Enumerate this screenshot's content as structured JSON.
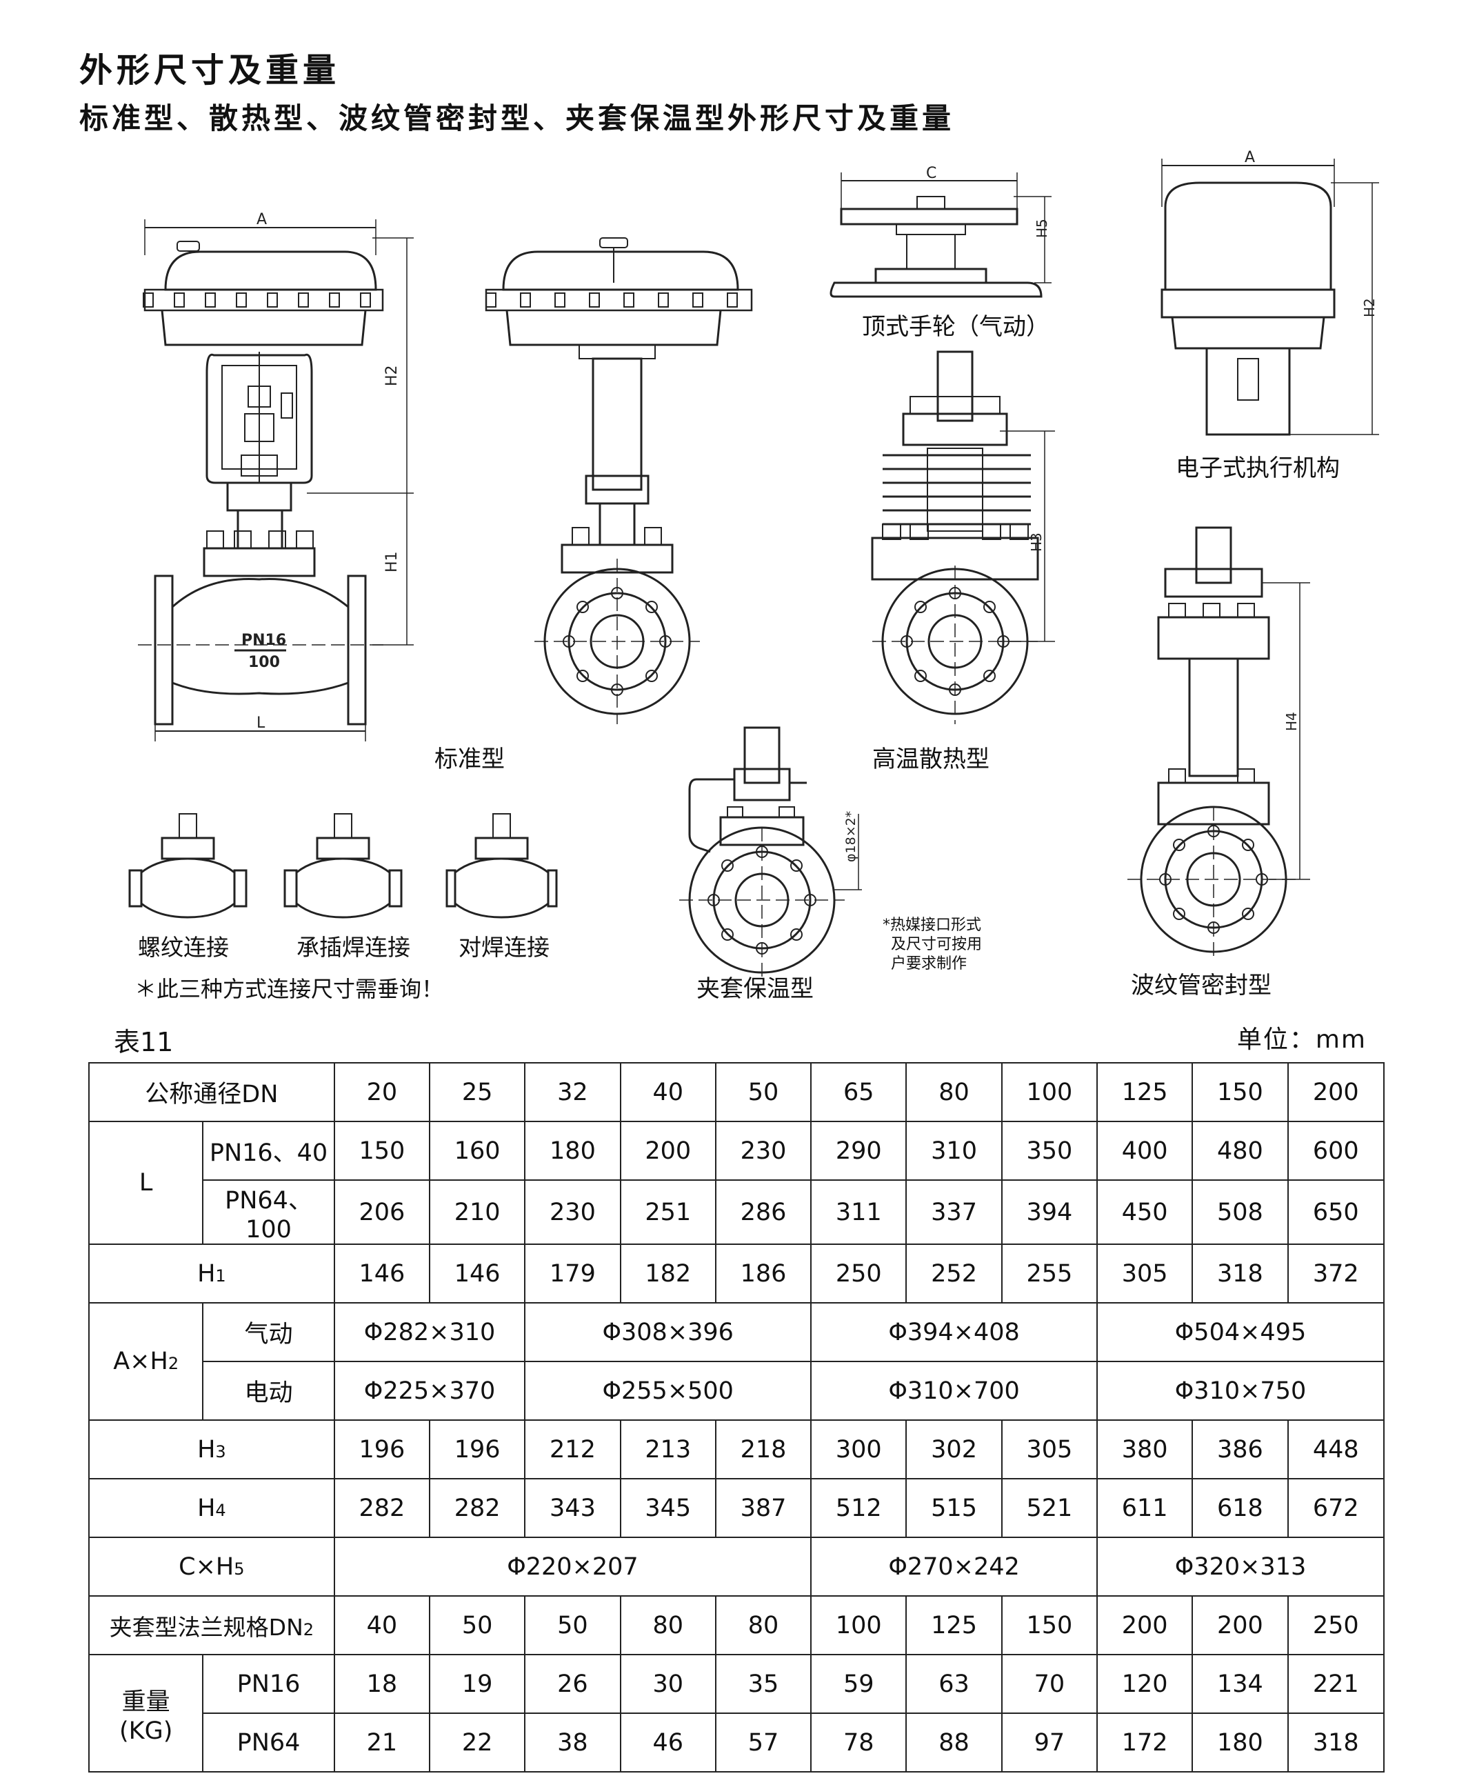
{
  "header": {
    "title": "外形尺寸及重量",
    "subtitle": "标准型、散热型、波纹管密封型、夹套保温型外形尺寸及重量"
  },
  "figures": {
    "standard_caption": "标准型",
    "high_temp_caption": "高温散热型",
    "top_handwheel_caption": "顶式手轮（气动）",
    "electronic_actuator_caption": "电子式执行机构",
    "jacket_caption": "夹套保温型",
    "bellows_caption": "波纹管密封型",
    "thread_caption": "螺纹连接",
    "socket_weld_caption": "承插焊连接",
    "butt_weld_caption": "对焊连接",
    "connection_note": "＊此三种方式连接尺寸需垂询！",
    "heat_medium_note": [
      "*热媒接口形式",
      "及尺寸可按用",
      "户要求制作"
    ],
    "pn_label": "PN16",
    "dn_label": "100",
    "phi_label": "φ18×2*",
    "dim_labels": {
      "A": "A",
      "C": "C",
      "L": "L",
      "H1": "H1",
      "H2": "H2",
      "H3": "H3",
      "H4": "H4",
      "H5": "H5"
    }
  },
  "table": {
    "label": "表11",
    "unit": "单位：mm",
    "dn_header": "公称通径DN",
    "dn": [
      "20",
      "25",
      "32",
      "40",
      "50",
      "65",
      "80",
      "100",
      "125",
      "150",
      "200"
    ],
    "L_label": "L",
    "L_pn16_label": "PN16、40",
    "L_pn16": [
      "150",
      "160",
      "180",
      "200",
      "230",
      "290",
      "310",
      "350",
      "400",
      "480",
      "600"
    ],
    "L_pn64_label": "PN64、100",
    "L_pn64": [
      "206",
      "210",
      "230",
      "251",
      "286",
      "311",
      "337",
      "394",
      "450",
      "508",
      "650"
    ],
    "H1_label": "H",
    "H1_sub": "1",
    "H1": [
      "146",
      "146",
      "179",
      "182",
      "186",
      "250",
      "252",
      "255",
      "305",
      "318",
      "372"
    ],
    "AxH2_label": "A×H",
    "AxH2_sub": "2",
    "pneumatic_label": "气动",
    "pneumatic": [
      "Φ282×310",
      "Φ308×396",
      "Φ394×408",
      "Φ504×495"
    ],
    "electric_label": "电动",
    "electric": [
      "Φ225×370",
      "Φ255×500",
      "Φ310×700",
      "Φ310×750"
    ],
    "H3_label": "H",
    "H3_sub": "3",
    "H3": [
      "196",
      "196",
      "212",
      "213",
      "218",
      "300",
      "302",
      "305",
      "380",
      "386",
      "448"
    ],
    "H4_label": "H",
    "H4_sub": "4",
    "H4": [
      "282",
      "282",
      "343",
      "345",
      "387",
      "512",
      "515",
      "521",
      "611",
      "618",
      "672"
    ],
    "CxH5_label": "C×H",
    "CxH5_sub": "5",
    "CxH5": [
      "Φ220×207",
      "Φ270×242",
      "Φ320×313"
    ],
    "jacket_flange_label": "夹套型法兰规格DN",
    "jacket_flange_sub": "2",
    "jacket_flange": [
      "40",
      "50",
      "50",
      "80",
      "80",
      "100",
      "125",
      "150",
      "200",
      "200",
      "250"
    ],
    "weight_label": "重量",
    "weight_unit": "(KG)",
    "weight_pn16_label": "PN16",
    "weight_pn16": [
      "18",
      "19",
      "26",
      "30",
      "35",
      "59",
      "63",
      "70",
      "120",
      "134",
      "221"
    ],
    "weight_pn64_label": "PN64",
    "weight_pn64": [
      "21",
      "22",
      "38",
      "46",
      "57",
      "78",
      "88",
      "97",
      "172",
      "180",
      "318"
    ]
  }
}
